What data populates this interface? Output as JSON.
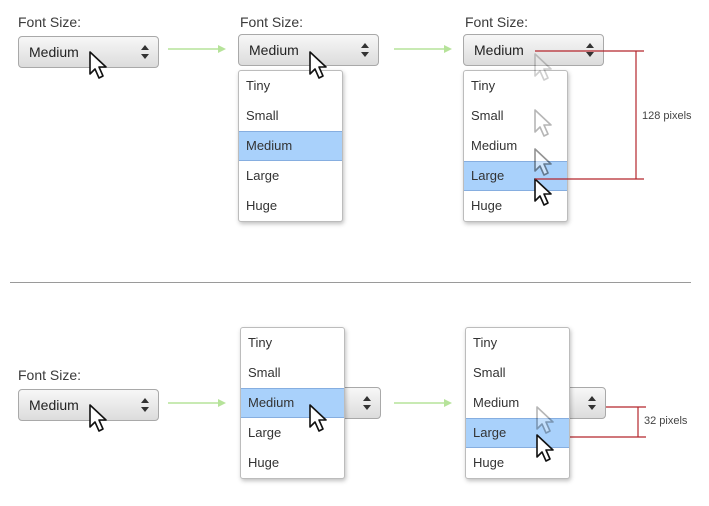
{
  "label": "Font Size:",
  "value": "Medium",
  "menu_items": [
    "Tiny",
    "Small",
    "Medium",
    "Large",
    "Huge"
  ],
  "measure_top": "128 pixels",
  "measure_bottom": "32 pixels",
  "colors": {
    "highlight": "#a9d1fb",
    "arrow": "#b6e39a",
    "measure": "#b4262c"
  }
}
